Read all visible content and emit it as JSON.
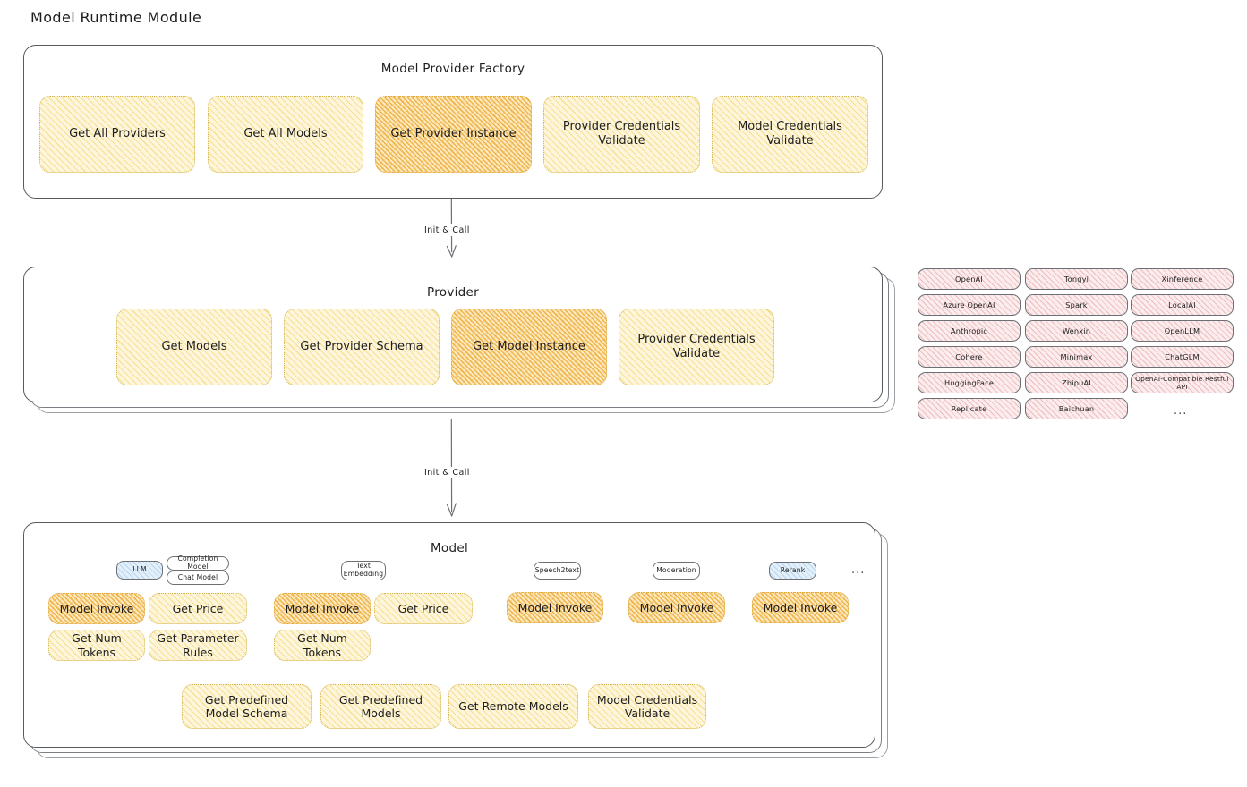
{
  "page": {
    "title": "Model Runtime Module",
    "background_color": "#ffffff",
    "accent_yellow": "#f3ce54",
    "accent_orange": "#efad3a",
    "accent_red": "#e08285",
    "accent_blue": "#73aadc",
    "stroke_color": "#555a5f"
  },
  "factory": {
    "title": "Model Provider Factory",
    "methods": [
      {
        "label": "Get All Providers",
        "highlighted": false
      },
      {
        "label": "Get All Models",
        "highlighted": false
      },
      {
        "label": "Get Provider Instance",
        "highlighted": true
      },
      {
        "label": "Provider Credentials Validate",
        "highlighted": false
      },
      {
        "label": "Model Credentials Validate",
        "highlighted": false
      }
    ]
  },
  "arrows": [
    {
      "label": "Init & Call",
      "from": "Model Provider Factory",
      "to": "Provider"
    },
    {
      "label": "Init & Call",
      "from": "Provider",
      "to": "Model"
    }
  ],
  "provider": {
    "title": "Provider",
    "methods": [
      {
        "label": "Get Models",
        "highlighted": false
      },
      {
        "label": "Get Provider Schema",
        "highlighted": false
      },
      {
        "label": "Get Model Instance",
        "highlighted": true
      },
      {
        "label": "Provider Credentials Validate",
        "highlighted": false
      }
    ],
    "stack_layers": 2
  },
  "provider_list": {
    "columns": [
      [
        "OpenAI",
        "Azure OpenAI",
        "Anthropic",
        "Cohere",
        "HuggingFace",
        "Replicate"
      ],
      [
        "Tongyi",
        "Spark",
        "Wenxin",
        "Minimax",
        "ZhipuAI",
        "Baichuan"
      ],
      [
        "Xinference",
        "LocalAI",
        "OpenLLM",
        "ChatGLM",
        "OpenAI-Compatible Restful API"
      ]
    ],
    "more_indicator": "..."
  },
  "model": {
    "title": "Model",
    "stack_layers": 2,
    "more_indicator": "...",
    "types": [
      {
        "badge": "LLM",
        "badge_style": "blue",
        "sub_badges": [
          "Completion Model",
          "Chat Model"
        ],
        "methods": [
          {
            "label": "Model Invoke",
            "highlighted": true
          },
          {
            "label": "Get Price",
            "highlighted": false
          },
          {
            "label": "Get Num Tokens",
            "highlighted": false
          },
          {
            "label": "Get Parameter Rules",
            "highlighted": false
          }
        ]
      },
      {
        "badge": "Text Embedding",
        "badge_style": "white",
        "sub_badges": [],
        "methods": [
          {
            "label": "Model Invoke",
            "highlighted": true
          },
          {
            "label": "Get Price",
            "highlighted": false
          },
          {
            "label": "Get Num Tokens",
            "highlighted": false
          }
        ]
      },
      {
        "badge": "Speech2text",
        "badge_style": "white",
        "sub_badges": [],
        "methods": [
          {
            "label": "Model Invoke",
            "highlighted": true
          }
        ]
      },
      {
        "badge": "Moderation",
        "badge_style": "white",
        "sub_badges": [],
        "methods": [
          {
            "label": "Model Invoke",
            "highlighted": true
          }
        ]
      },
      {
        "badge": "Rerank",
        "badge_style": "blue",
        "sub_badges": [],
        "methods": [
          {
            "label": "Model Invoke",
            "highlighted": true
          }
        ]
      }
    ],
    "shared_methods": [
      "Get Predefined Model Schema",
      "Get Predefined Models",
      "Get Remote Models",
      "Model Credentials Validate"
    ]
  }
}
